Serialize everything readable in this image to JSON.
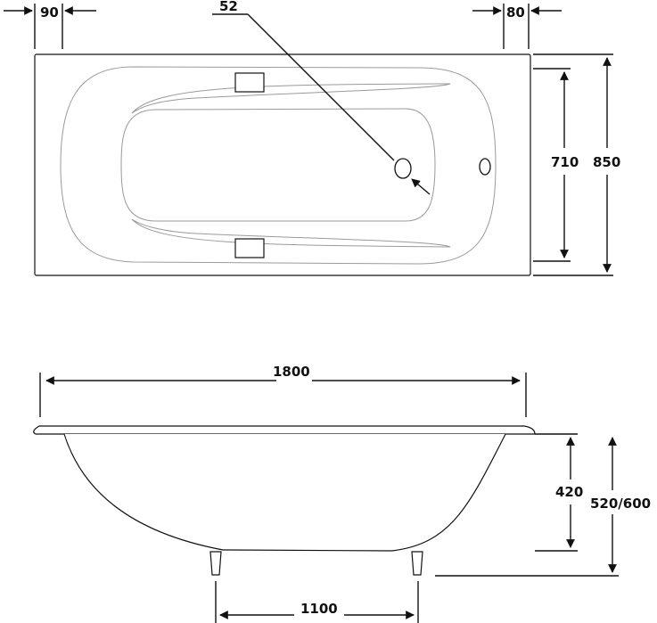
{
  "diagram": {
    "top_view": {
      "dims": {
        "left_margin": "90",
        "drain": "52",
        "right_margin": "80",
        "inner_width": "710",
        "outer_width": "850"
      }
    },
    "side_view": {
      "dims": {
        "length": "1800",
        "height_body": "420",
        "height_total": "520/600",
        "leg_span": "1100"
      }
    }
  },
  "colors": {
    "line": "#111111",
    "outline": "#9a9a9a",
    "background": "#ffffff"
  }
}
